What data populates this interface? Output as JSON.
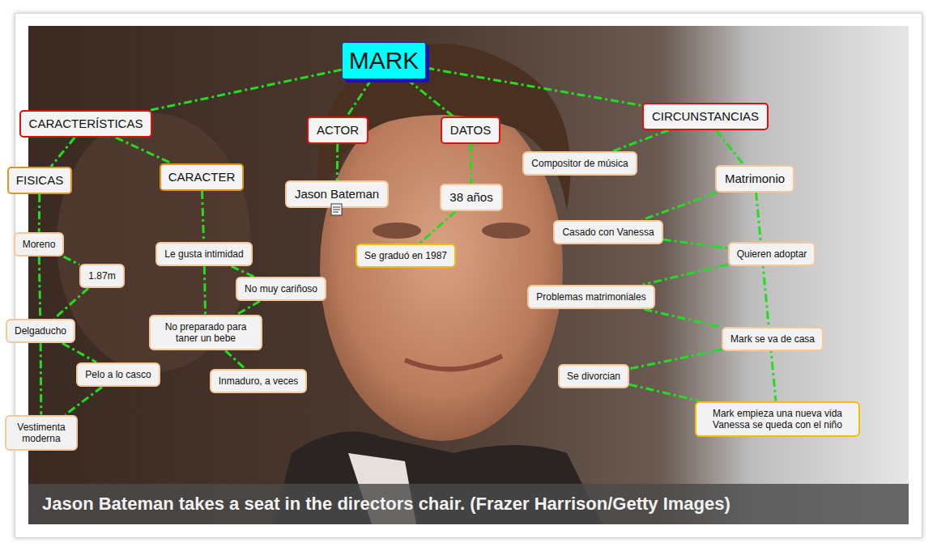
{
  "diagram": {
    "caption": "Jason Bateman takes a seat in the directors chair. (Frazer Harrison/Getty Images)",
    "nodes": [
      {
        "text": [
          "MARK"
        ]
      },
      {
        "text": [
          "CARACTERÍSTICAS"
        ]
      },
      {
        "text": [
          "ACTOR"
        ]
      },
      {
        "text": [
          "DATOS"
        ]
      },
      {
        "text": [
          "CIRCUNSTANCIAS"
        ]
      },
      {
        "text": [
          "FISICAS"
        ]
      },
      {
        "text": [
          "CARACTER"
        ]
      },
      {
        "text": [
          "Jason Bateman"
        ]
      },
      {
        "text": [
          "38 años"
        ]
      },
      {
        "text": [
          "Compositor de música"
        ]
      },
      {
        "text": [
          "Matrimonio"
        ]
      },
      {
        "text": [
          "Moreno"
        ]
      },
      {
        "text": [
          "Le gusta intimidad"
        ]
      },
      {
        "text": [
          "Se graduó en 1987"
        ]
      },
      {
        "text": [
          "Casado con Vanessa"
        ]
      },
      {
        "text": [
          "Quieren adoptar"
        ]
      },
      {
        "text": [
          "1.87m"
        ]
      },
      {
        "text": [
          "No muy cariñoso"
        ]
      },
      {
        "text": [
          "Problemas matrimoniales"
        ]
      },
      {
        "text": [
          "Delgaducho"
        ]
      },
      {
        "text": [
          "No preparado para taner un bebe"
        ]
      },
      {
        "text": [
          "Mark se va de casa"
        ]
      },
      {
        "text": [
          "Pelo a lo casco"
        ]
      },
      {
        "text": [
          "Se divorcian"
        ]
      },
      {
        "text": [
          "Inmaduro, a veces"
        ]
      },
      {
        "text": [
          "Vestimenta moderna"
        ]
      },
      {
        "text": [
          "Mark empieza una nueva vida Vanessa se queda con el niño"
        ]
      }
    ],
    "edges": [
      {
        "from": 0,
        "to": 1,
        "arrow": "none"
      },
      {
        "from": 0,
        "to": 2,
        "arrow": "none"
      },
      {
        "from": 0,
        "to": 3,
        "arrow": "none"
      },
      {
        "from": 0,
        "to": 4,
        "arrow": "none"
      },
      {
        "from": 1,
        "to": 5,
        "arrow": "none"
      },
      {
        "from": 1,
        "to": 6,
        "arrow": "none"
      },
      {
        "from": 2,
        "to": 7,
        "arrow": "none"
      },
      {
        "from": 3,
        "to": 8,
        "arrow": "none"
      },
      {
        "from": 8,
        "to": 13,
        "arrow": "none"
      },
      {
        "from": 4,
        "to": 9,
        "arrow": "none"
      },
      {
        "from": 4,
        "to": 10,
        "arrow": "none"
      },
      {
        "from": 5,
        "to": 11,
        "arrow": "none"
      },
      {
        "from": 11,
        "to": 16,
        "arrow": "none"
      },
      {
        "from": 11,
        "to": 19,
        "arrow": "none"
      },
      {
        "from": 16,
        "to": 19,
        "arrow": "none"
      },
      {
        "from": 19,
        "to": 22,
        "arrow": "none"
      },
      {
        "from": 19,
        "to": 25,
        "arrow": "none"
      },
      {
        "from": 22,
        "to": 25,
        "arrow": "none"
      },
      {
        "from": 6,
        "to": 12,
        "arrow": "none"
      },
      {
        "from": 12,
        "to": 17,
        "arrow": "none"
      },
      {
        "from": 12,
        "to": 20,
        "arrow": "none"
      },
      {
        "from": 17,
        "to": 20,
        "arrow": "none"
      },
      {
        "from": 20,
        "to": 24,
        "arrow": "none"
      },
      {
        "from": 10,
        "to": 14,
        "arrow": "none"
      },
      {
        "from": 14,
        "to": 15,
        "arrow": "none"
      },
      {
        "from": 15,
        "to": 18,
        "arrow": "none"
      },
      {
        "from": 18,
        "to": 21,
        "arrow": "none"
      },
      {
        "from": 21,
        "to": 23,
        "arrow": "none"
      },
      {
        "from": 23,
        "to": 26,
        "arrow": "none"
      },
      {
        "from": 10,
        "to": 26,
        "arrow": "none"
      }
    ]
  }
}
